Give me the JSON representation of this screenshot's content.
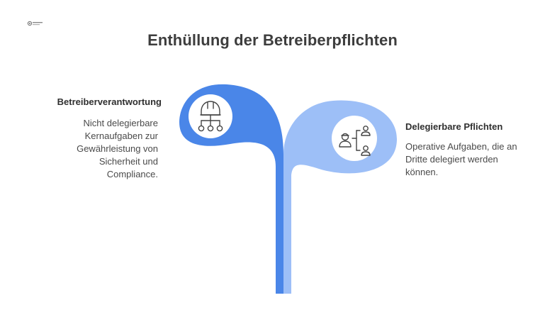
{
  "title": "Enthüllung der Betreiberpflichten",
  "left": {
    "heading": "Betreiberverantwortung",
    "description": "Nicht delegierbare Kernaufgaben zur Gewährleistung von Sicherheit und Compliance.",
    "icon": "hardhat-hierarchy-icon",
    "color": "#4a86e8"
  },
  "right": {
    "heading": "Delegierbare Pflichten",
    "description": "Operative Aufgaben, die an Dritte delegiert werden können.",
    "icon": "delegation-people-icon",
    "color": "#9dbff7"
  },
  "colors": {
    "background": "#ffffff",
    "title": "#3d3d3d",
    "icon_stroke": "#444444"
  }
}
